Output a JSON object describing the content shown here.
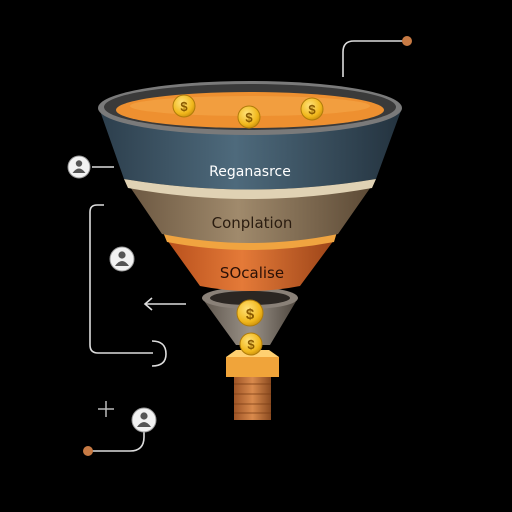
{
  "funnel": {
    "stages": [
      {
        "label": "Reganasrce",
        "color": "#3d5566"
      },
      {
        "label": "Conplation",
        "color": "#8a7458"
      },
      {
        "label": "SOcalise",
        "color": "#d4622a"
      }
    ],
    "coin_symbol": "$",
    "top_coin_count": 3
  },
  "colors": {
    "background": "#000000",
    "accent_dot": "#c77a44",
    "coin": "#f3c22a",
    "connector": "#dddddd",
    "rim": "#6f6f6f",
    "liquid": "#ee9030",
    "outlet": "#c46c34"
  },
  "icons": [
    "user-icon",
    "user-icon",
    "user-icon",
    "arrow-left-icon",
    "plus-icon",
    "dollar-coin-icon"
  ]
}
